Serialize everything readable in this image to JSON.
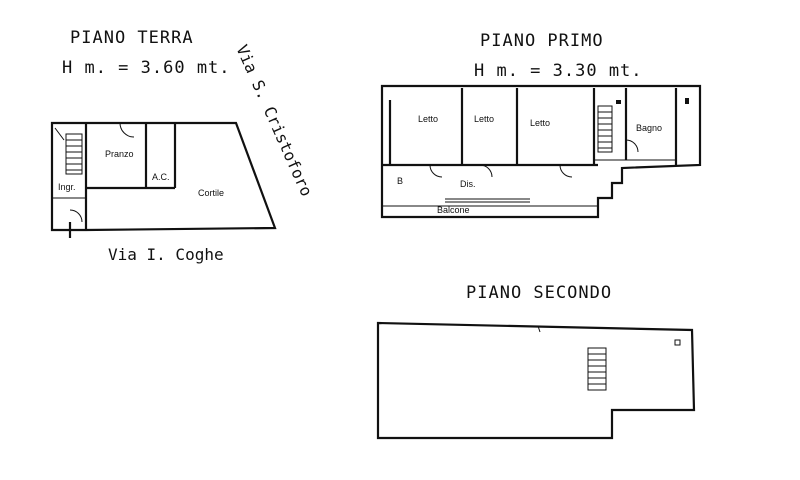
{
  "ground_floor": {
    "title": "PIANO TERRA",
    "height": "H m. = 3.60 mt.",
    "rooms": {
      "pranzo": "Pranzo",
      "ac": "A.C.",
      "cortile": "Cortile",
      "ingresso": "Ingr."
    }
  },
  "first_floor": {
    "title": "PIANO PRIMO",
    "height": "H m. = 3.30 mt.",
    "rooms": {
      "letto1": "Letto",
      "letto2": "Letto",
      "letto3": "Letto",
      "bagno": "Bagno",
      "dis": "Dis.",
      "balcone": "Balcone",
      "b": "B"
    }
  },
  "second_floor": {
    "title": "PIANO SECONDO"
  },
  "streets": {
    "cristoforo": "Via S. Cristoforo",
    "coghe": "Via I. Coghe"
  },
  "icons": [
    "staircase-icon",
    "door-swing-icon"
  ]
}
